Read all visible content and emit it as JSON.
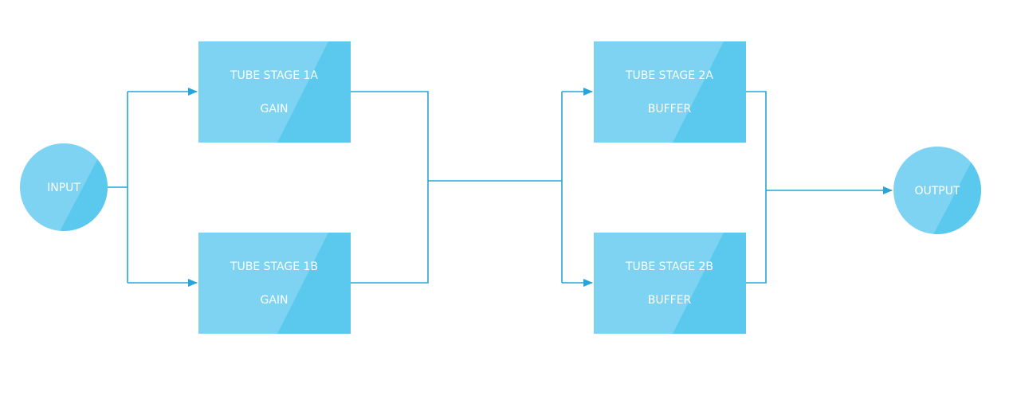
{
  "colors": {
    "node_fill_light": "#7dd3f1",
    "node_fill_dark": "#5bc9ee",
    "connector": "#2aa3d6",
    "text": "#ffffff",
    "background": "#ffffff"
  },
  "nodes": {
    "input": {
      "label": "INPUT"
    },
    "output": {
      "label": "OUTPUT"
    },
    "stage_1a": {
      "title": "TUBE STAGE 1A",
      "subtitle": "GAIN"
    },
    "stage_1b": {
      "title": "TUBE STAGE 1B",
      "subtitle": "GAIN"
    },
    "stage_2a": {
      "title": "TUBE STAGE 2A",
      "subtitle": "BUFFER"
    },
    "stage_2b": {
      "title": "TUBE STAGE 2B",
      "subtitle": "BUFFER"
    }
  }
}
